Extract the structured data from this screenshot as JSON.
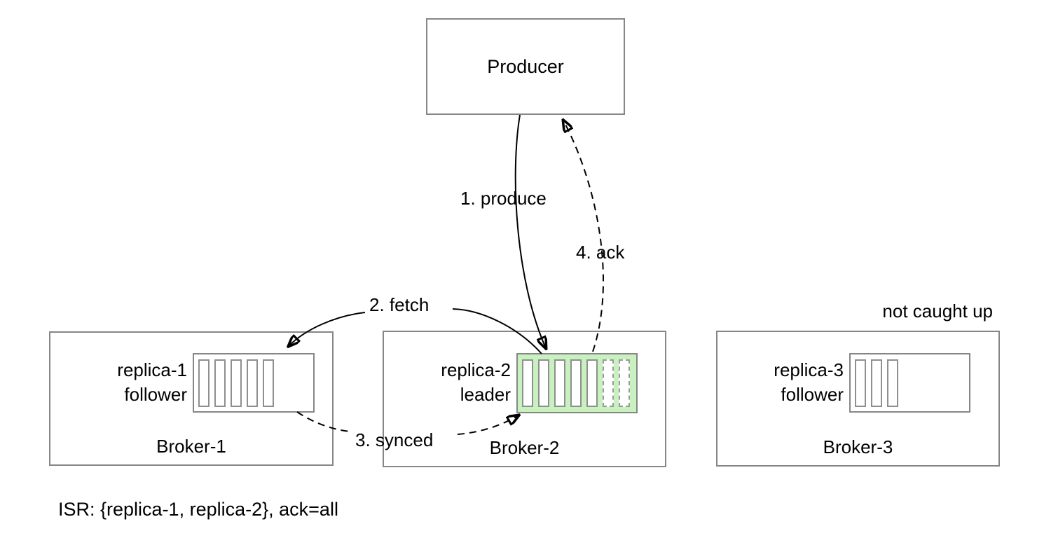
{
  "producer": {
    "label": "Producer"
  },
  "brokers": [
    {
      "name": "Broker-1",
      "replica": "replica-1",
      "role": "follower",
      "leader": false,
      "segments_committed": 5,
      "segments_pending": 0
    },
    {
      "name": "Broker-2",
      "replica": "replica-2",
      "role": "leader",
      "leader": true,
      "segments_committed": 5,
      "segments_pending": 2
    },
    {
      "name": "Broker-3",
      "replica": "replica-3",
      "role": "follower",
      "leader": false,
      "segments_committed": 3,
      "segments_pending": 0
    }
  ],
  "arrows": [
    {
      "id": "produce",
      "label": "1. produce",
      "style": "solid",
      "from": "Producer",
      "to": "replica-2"
    },
    {
      "id": "fetch",
      "label": "2. fetch",
      "style": "solid",
      "from": "replica-2",
      "to": "replica-1"
    },
    {
      "id": "synced",
      "label": "3. synced",
      "style": "dashed",
      "from": "replica-1",
      "to": "replica-2"
    },
    {
      "id": "ack",
      "label": "4. ack",
      "style": "dashed",
      "from": "replica-2",
      "to": "Producer"
    }
  ],
  "annotations": {
    "not_caught_up": "not caught up",
    "isr": "ISR: {replica-1, replica-2}, ack=all"
  },
  "colors": {
    "leader_log_fill": "#c8f1bf",
    "box_border": "#868686",
    "arrow": "#000000"
  }
}
